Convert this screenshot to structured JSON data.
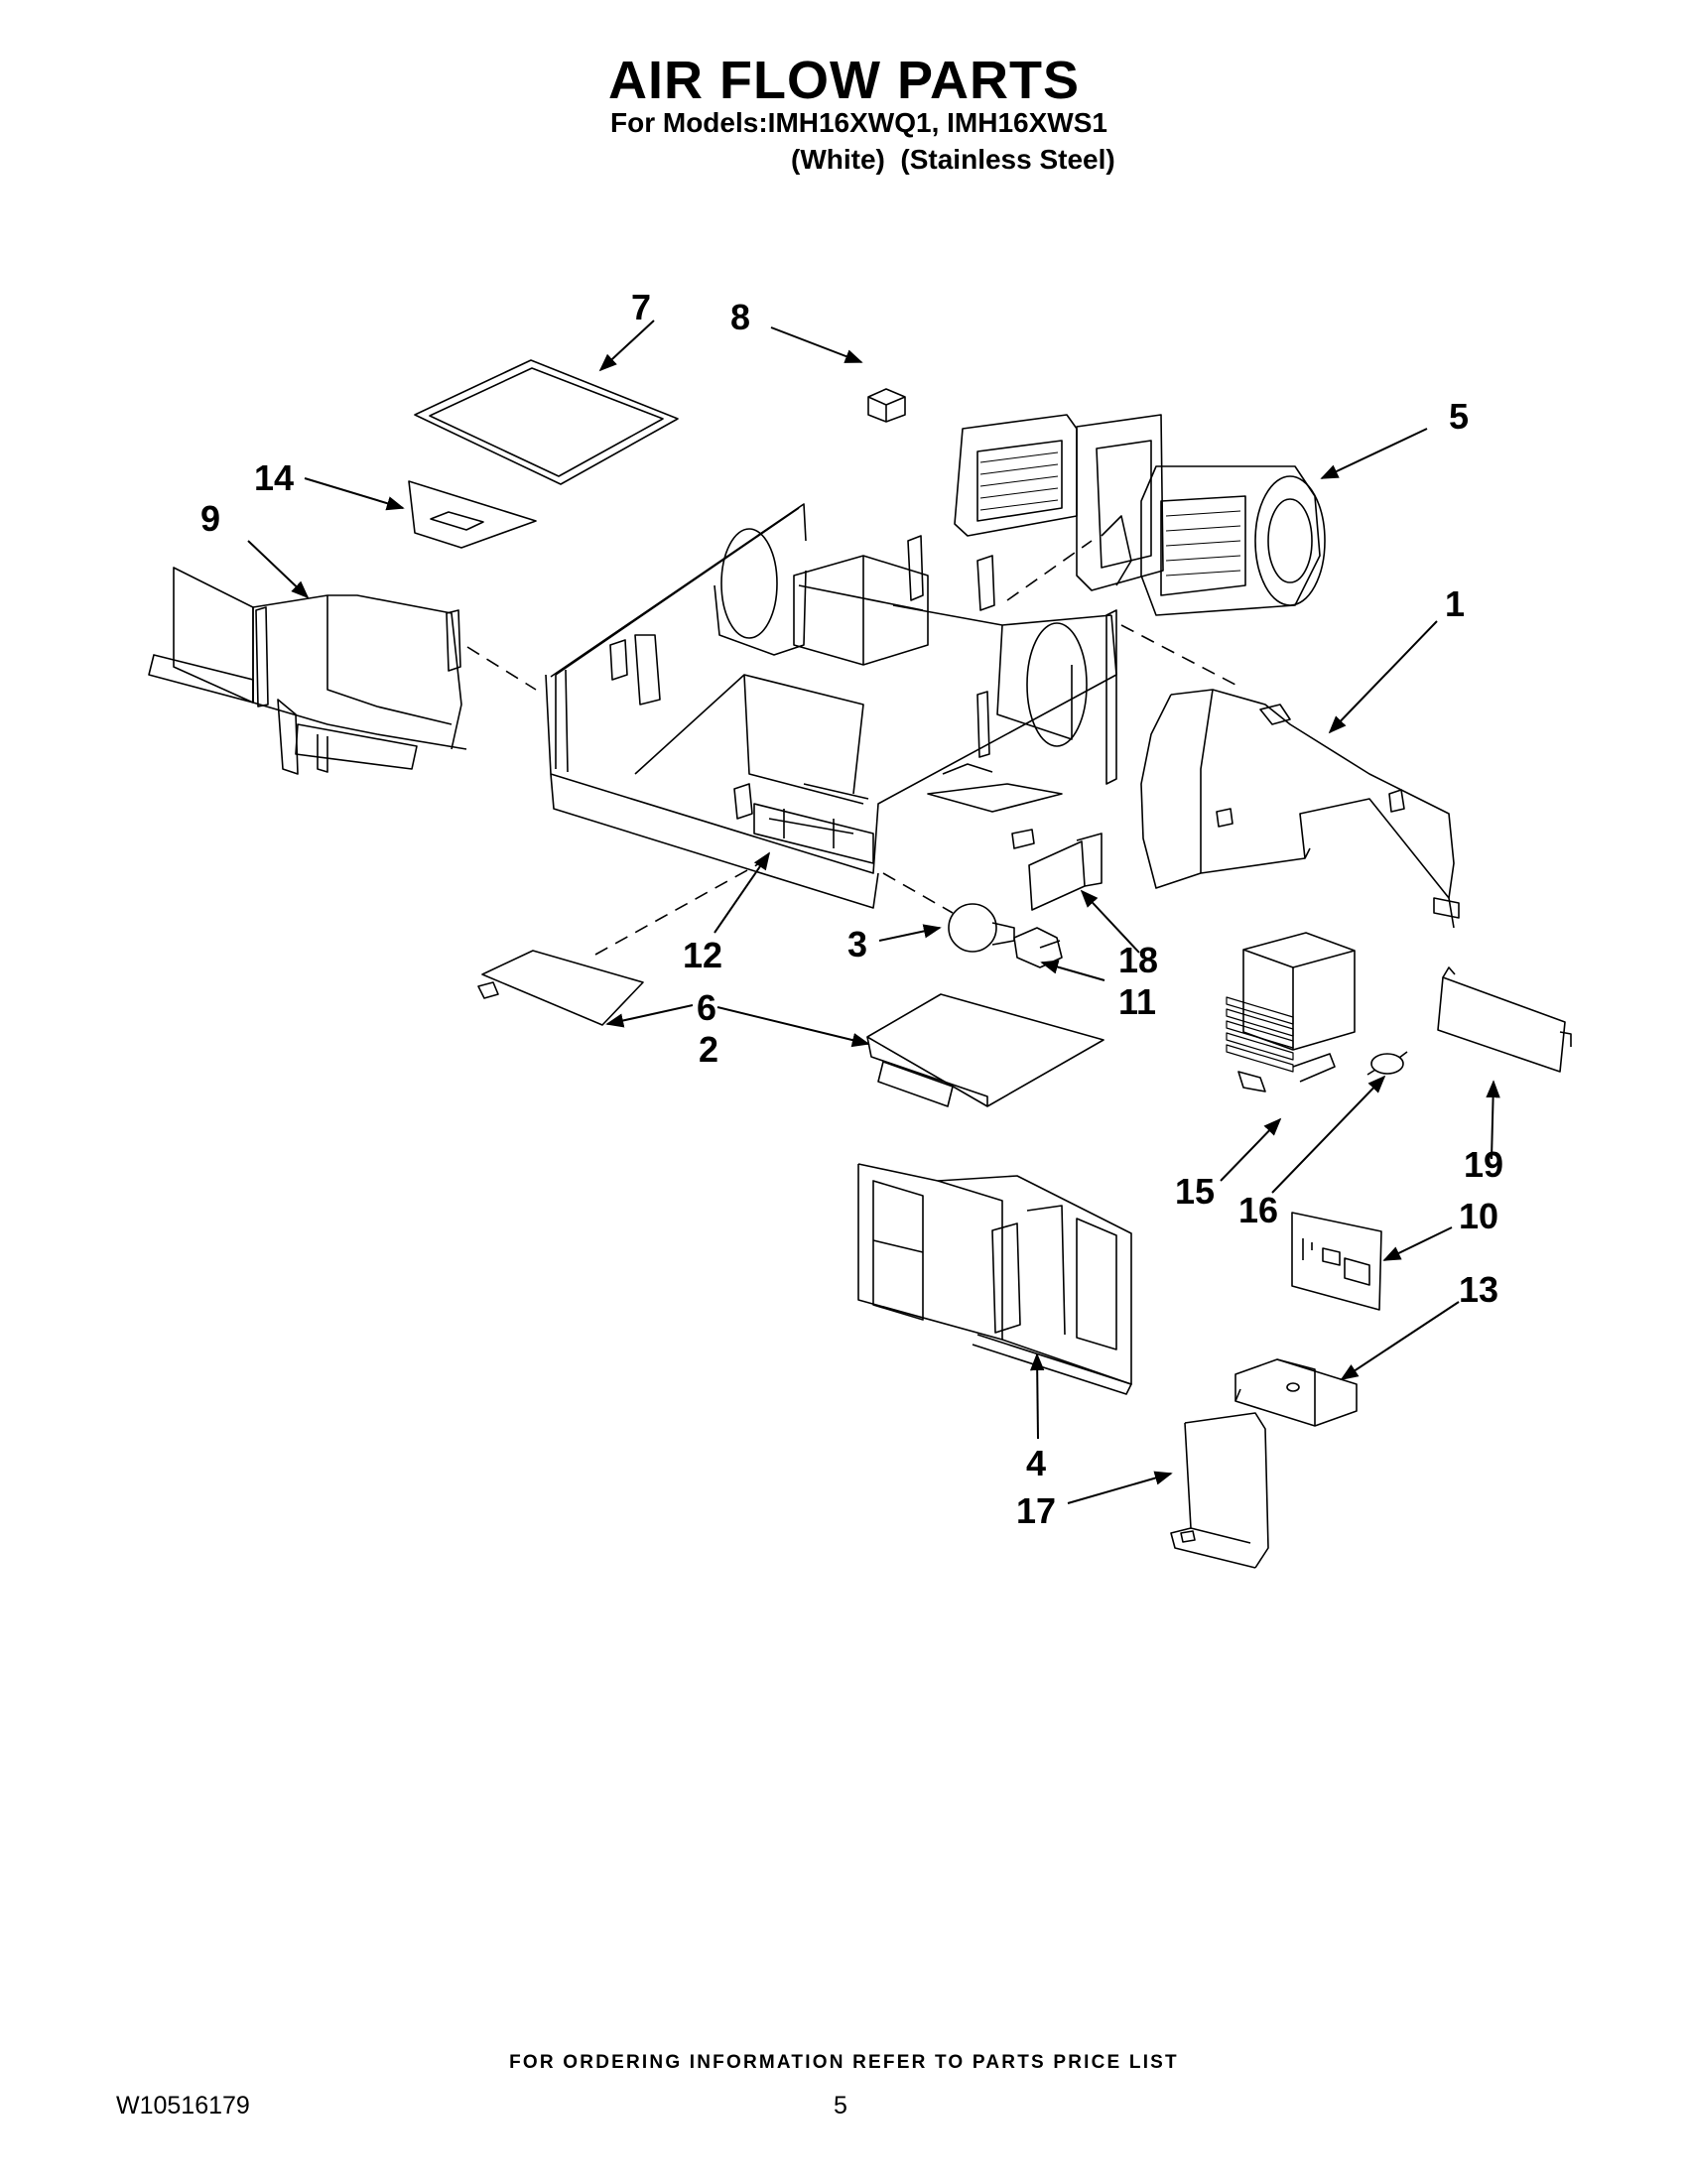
{
  "header": {
    "title": "AIR FLOW PARTS",
    "models": "For Models:IMH16XWQ1, IMH16XWS1",
    "variants": "(White)  (Stainless Steel)"
  },
  "callouts": {
    "p1": "1",
    "p2": "2",
    "p3": "3",
    "p4": "4",
    "p5": "5",
    "p6": "6",
    "p7": "7",
    "p8": "8",
    "p9": "9",
    "p10": "10",
    "p11": "11",
    "p12": "12",
    "p13": "13",
    "p14": "14",
    "p15": "15",
    "p16": "16",
    "p17": "17",
    "p18": "18",
    "p19": "19"
  },
  "footer": {
    "ordering_note": "FOR ORDERING INFORMATION REFER TO PARTS PRICE LIST",
    "doc_number": "W10516179",
    "page_number": "5"
  }
}
